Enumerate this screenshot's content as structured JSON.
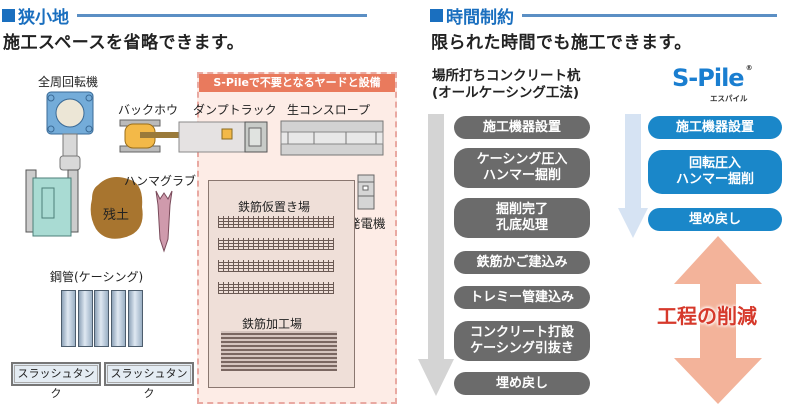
{
  "left": {
    "heading": "狭小地",
    "subtitle": "施工スペースを省略できます。",
    "zone_label": "S-Pileで不要となるヤードと設備",
    "equipment": {
      "rotator": "全周回転機",
      "backhoe": "バックホウ",
      "dump_truck": "ダンプトラック",
      "concrete_slope": "生コンスロープ",
      "hammer_grab": "ハンマグラブ",
      "surplus_soil": "残土",
      "generator": "発電機",
      "rebar_storage": "鉄筋仮置き場",
      "rebar_processing": "鉄筋加工場",
      "casing": "鋼管(ケーシング)",
      "slush_tank_1": "スラッシュタンク",
      "slush_tank_2": "スラッシュタンク"
    }
  },
  "right": {
    "heading": "時間制約",
    "subtitle": "限られた時間でも施工できます。",
    "conventional": {
      "title_line1": "場所打ちコンクリート杭",
      "title_line2": "(オールケーシング工法)",
      "steps": [
        {
          "line1": "施工機器設置",
          "line2": ""
        },
        {
          "line1": "ケーシング圧入",
          "line2": "ハンマー掘削"
        },
        {
          "line1": "掘削完了",
          "line2": "孔底処理"
        },
        {
          "line1": "鉄筋かご建込み",
          "line2": ""
        },
        {
          "line1": "トレミー管建込み",
          "line2": ""
        },
        {
          "line1": "コンクリート打設",
          "line2": "ケーシング引抜き"
        },
        {
          "line1": "埋め戻し",
          "line2": ""
        }
      ]
    },
    "spile": {
      "logo": "S-Pile",
      "logo_mark": "®",
      "logo_sub": "エスパイル",
      "steps": [
        {
          "line1": "施工機器設置",
          "line2": ""
        },
        {
          "line1": "回転圧入",
          "line2": "ハンマー掘削"
        },
        {
          "line1": "埋め戻し",
          "line2": ""
        }
      ]
    },
    "reduction_label": "工程の削減"
  },
  "colors": {
    "heading_blue": "#1a6fbf",
    "zone_header": "#e97a5d",
    "zone_fill": "#fdece6",
    "gray_pill": "#6b6b6b",
    "blue_pill": "#1a87c9",
    "reduction_text": "#d6392b",
    "reduction_arrow": "#f3b39a"
  }
}
